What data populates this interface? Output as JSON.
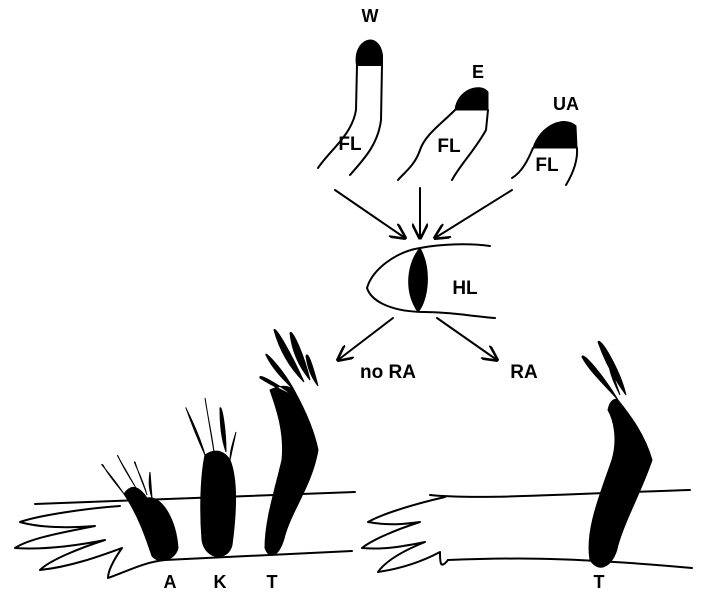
{
  "labels": {
    "w": "W",
    "e": "E",
    "ua": "UA",
    "fl_1": "FL",
    "fl_2": "FL",
    "fl_3": "FL",
    "hl": "HL",
    "no_ra": "no RA",
    "ra": "RA",
    "a": "A",
    "k": "K",
    "t_left": "T",
    "t_right": "T"
  },
  "colors": {
    "ink": "#000000",
    "background": "#ffffff"
  }
}
